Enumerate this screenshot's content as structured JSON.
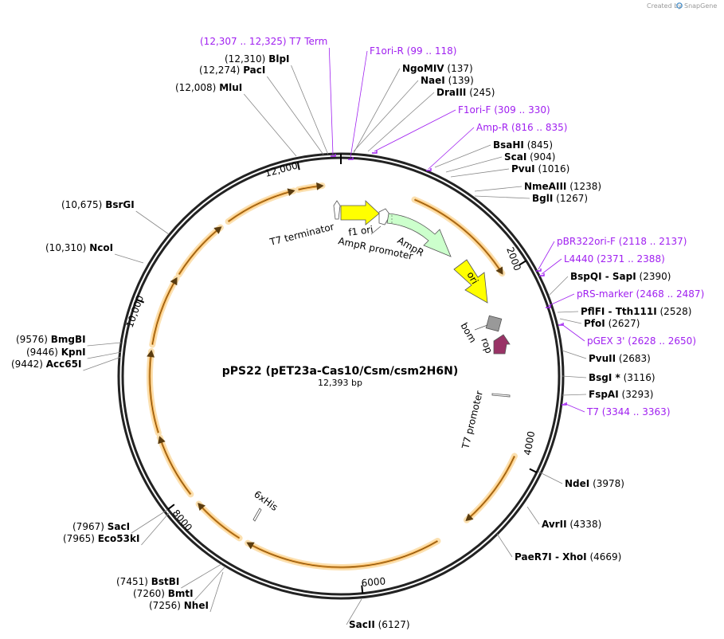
{
  "credit": {
    "created_by": "Created by",
    "brand": "SnapGene"
  },
  "plasmid": {
    "name": "pPS22 (pET23a-Cas10/Csm/csm2H6N)",
    "length_label": "12,393 bp",
    "length": 12393
  },
  "ticks": [
    {
      "bp": 2000,
      "label": "2000"
    },
    {
      "bp": 4000,
      "label": "4000"
    },
    {
      "bp": 6000,
      "label": "6000"
    },
    {
      "bp": 8000,
      "label": "8000"
    },
    {
      "bp": 10000,
      "label": "10,000"
    },
    {
      "bp": 12000,
      "label": "12,000"
    }
  ],
  "sites": [
    {
      "name": "T7 Term",
      "pos": "(12,307 .. 12,325)",
      "kind": "primer",
      "order": "pos-first"
    },
    {
      "name": "BlpI",
      "pos": "(12,310)",
      "kind": "enzyme",
      "order": "pos-first"
    },
    {
      "name": "PacI",
      "pos": "(12,274)",
      "kind": "enzyme",
      "order": "pos-first"
    },
    {
      "name": "MluI",
      "pos": "(12,008)",
      "kind": "enzyme",
      "order": "pos-first"
    },
    {
      "name": "BsrGI",
      "pos": "(10,675)",
      "kind": "enzyme",
      "order": "pos-first"
    },
    {
      "name": "NcoI",
      "pos": "(10,310)",
      "kind": "enzyme",
      "order": "pos-first"
    },
    {
      "name": "BmgBI",
      "pos": "(9576)",
      "kind": "enzyme",
      "order": "pos-first"
    },
    {
      "name": "KpnI",
      "pos": "(9446)",
      "kind": "enzyme",
      "order": "pos-first"
    },
    {
      "name": "Acc65I",
      "pos": "(9442)",
      "kind": "enzyme",
      "order": "pos-first"
    },
    {
      "name": "SacI",
      "pos": "(7967)",
      "kind": "enzyme",
      "order": "pos-first"
    },
    {
      "name": "Eco53kI",
      "pos": "(7965)",
      "kind": "enzyme",
      "order": "pos-first"
    },
    {
      "name": "BstBI",
      "pos": "(7451)",
      "kind": "enzyme",
      "order": "pos-first"
    },
    {
      "name": "BmtI",
      "pos": "(7260)",
      "kind": "enzyme",
      "order": "pos-first"
    },
    {
      "name": "NheI",
      "pos": "(7256)",
      "kind": "enzyme",
      "order": "pos-first"
    },
    {
      "name": "SacII",
      "pos": "(6127)",
      "kind": "enzyme",
      "order": "name-first"
    },
    {
      "name": "PaeR7I - XhoI",
      "pos": "(4669)",
      "kind": "enzyme",
      "order": "name-first"
    },
    {
      "name": "AvrII",
      "pos": "(4338)",
      "kind": "enzyme",
      "order": "name-first"
    },
    {
      "name": "NdeI",
      "pos": "(3978)",
      "kind": "enzyme",
      "order": "name-first"
    },
    {
      "name": "T7",
      "pos": "(3344 .. 3363)",
      "kind": "primer",
      "order": "name-first"
    },
    {
      "name": "FspAI",
      "pos": "(3293)",
      "kind": "enzyme",
      "order": "name-first"
    },
    {
      "name": "BsgI *",
      "pos": "(3116)",
      "kind": "enzyme",
      "order": "name-first"
    },
    {
      "name": "PvuII",
      "pos": "(2683)",
      "kind": "enzyme",
      "order": "name-first"
    },
    {
      "name": "pGEX 3'",
      "pos": "(2628 .. 2650)",
      "kind": "primer",
      "order": "name-first"
    },
    {
      "name": "PfoI",
      "pos": "(2627)",
      "kind": "enzyme",
      "order": "name-first"
    },
    {
      "name": "PflFI - Tth111I",
      "pos": "(2528)",
      "kind": "enzyme",
      "order": "name-first"
    },
    {
      "name": "pRS-marker",
      "pos": "(2468 .. 2487)",
      "kind": "primer",
      "order": "name-first"
    },
    {
      "name": "BspQI - SapI",
      "pos": "(2390)",
      "kind": "enzyme",
      "order": "name-first"
    },
    {
      "name": "L4440",
      "pos": "(2371 .. 2388)",
      "kind": "primer",
      "order": "name-first"
    },
    {
      "name": "pBR322ori-F",
      "pos": "(2118 .. 2137)",
      "kind": "primer",
      "order": "name-first"
    },
    {
      "name": "BglI",
      "pos": "(1267)",
      "kind": "enzyme",
      "order": "name-first"
    },
    {
      "name": "NmeAIII",
      "pos": "(1238)",
      "kind": "enzyme",
      "order": "name-first"
    },
    {
      "name": "PvuI",
      "pos": "(1016)",
      "kind": "enzyme",
      "order": "name-first"
    },
    {
      "name": "ScaI",
      "pos": "(904)",
      "kind": "enzyme",
      "order": "name-first"
    },
    {
      "name": "BsaHI",
      "pos": "(845)",
      "kind": "enzyme",
      "order": "name-first"
    },
    {
      "name": "Amp-R",
      "pos": "(816 .. 835)",
      "kind": "primer",
      "order": "name-first"
    },
    {
      "name": "F1ori-F",
      "pos": "(309 .. 330)",
      "kind": "primer",
      "order": "name-first"
    },
    {
      "name": "DraIII",
      "pos": "(245)",
      "kind": "enzyme",
      "order": "name-first"
    },
    {
      "name": "NaeI",
      "pos": "(139)",
      "kind": "enzyme",
      "order": "name-first"
    },
    {
      "name": "NgoMIV",
      "pos": "(137)",
      "kind": "enzyme",
      "order": "name-first"
    },
    {
      "name": "F1ori-R",
      "pos": "(99 .. 118)",
      "kind": "primer",
      "order": "name-first"
    }
  ],
  "features": [
    {
      "label": "T7 terminator",
      "color": "#ffffff"
    },
    {
      "label": "f1 ori",
      "color": "#ffff00"
    },
    {
      "label": "AmpR promoter",
      "color": "#ffffff"
    },
    {
      "label": "AmpR",
      "color": "#ccffcc"
    },
    {
      "label": "ori",
      "color": "#ffff00"
    },
    {
      "label": "bom",
      "color": "#999999"
    },
    {
      "label": "rop",
      "color": "#993366"
    },
    {
      "label": "T7 promoter",
      "color": "#ffffff"
    },
    {
      "label": "6xHis",
      "color": "#ffffff"
    }
  ],
  "colors": {
    "backbone": "#222222",
    "orf": "#f2a33a",
    "orf_glow": "#fbe0b0",
    "primer": "#a020f0",
    "leader": "#888888"
  }
}
